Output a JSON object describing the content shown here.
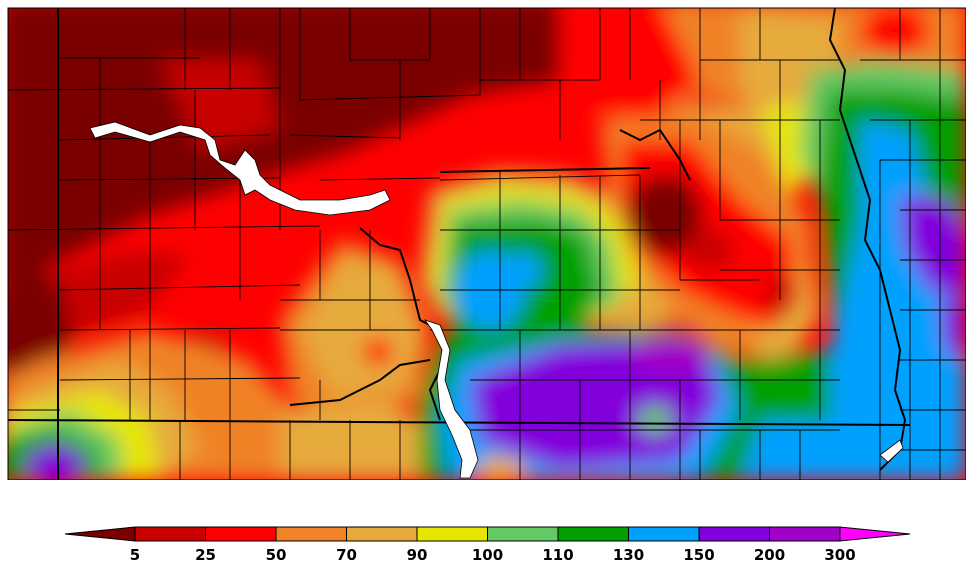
{
  "legend": {
    "unit_label": "",
    "stops": [
      {
        "value": "5",
        "color": "#7a0000"
      },
      {
        "value": "25",
        "color": "#c80000"
      },
      {
        "value": "50",
        "color": "#ff0000"
      },
      {
        "value": "70",
        "color": "#f08228"
      },
      {
        "value": "90",
        "color": "#e6aa3c"
      },
      {
        "value": "100",
        "color": "#e6e600"
      },
      {
        "value": "110",
        "color": "#64c864"
      },
      {
        "value": "130",
        "color": "#00a000"
      },
      {
        "value": "150",
        "color": "#00a0ff"
      },
      {
        "value": "200",
        "color": "#8200dc"
      },
      {
        "value": "300",
        "color": "#a000c8"
      }
    ],
    "low_arrow_color": "#7a0000",
    "high_arrow_color": "#ff00ff"
  },
  "map": {
    "background_color": "#ff0000",
    "boundary_color": "#000000",
    "water_color": "#ffffff"
  }
}
